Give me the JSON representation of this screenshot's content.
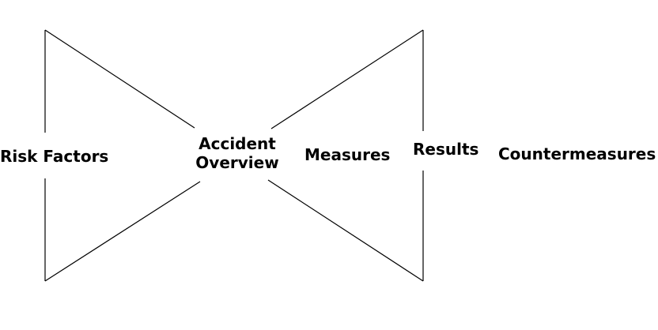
{
  "diagram": {
    "labels": {
      "risk_factors": "Risk Factors",
      "accident_line1": "Accident",
      "accident_line2": "Overview",
      "measures": "Measures",
      "results": "Results",
      "countermeasures": "Countermeasures"
    },
    "colors": {
      "line": "#000000",
      "background": "#ffffff",
      "text": "#000000"
    }
  }
}
